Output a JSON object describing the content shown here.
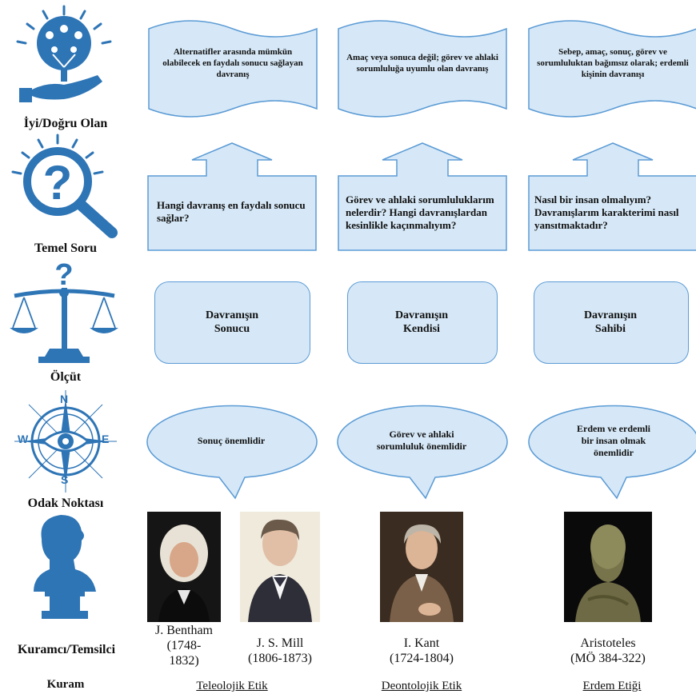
{
  "rows": {
    "good": "İyi/Doğru Olan",
    "question": "Temel Soru",
    "criterion": "Ölçüt",
    "focus": "Odak Noktası",
    "theorist": "Kuramcı/Temsilci",
    "theory": "Kuram"
  },
  "compass": {
    "n": "N",
    "s": "S",
    "e": "E",
    "w": "W"
  },
  "columns": [
    {
      "good": "Alternatifler arasında mümkün olabilecek en faydalı sonucu sağlayan davranış",
      "question": "Hangi davranış en faydalı sonucu sağlar?",
      "criterion": "Davranışın Sonucu",
      "focus": "Sonuç önemlidir",
      "theory": "Teleolojik Etik"
    },
    {
      "good": "Amaç veya sonuca değil; görev ve ahlaki sorumluluğa uyumlu olan davranış",
      "question": "Görev ve ahlaki sorumluluklarım nelerdir? Hangi davranışlardan kesinlikle kaçınmalıyım?",
      "criterion": "Davranışın Kendisi",
      "focus": "Görev ve ahlaki sorumluluk önemlidir",
      "theory": "Deontolojik Etik"
    },
    {
      "good": "Sebep, amaç, sonuç, görev ve sorumluluktan bağımsız olarak; erdemli kişinin davranışı",
      "question": "Nasıl bir insan olmalıyım? Davranışlarım karakterimi nasıl yansıtmaktadır?",
      "criterion": "Davranışın Sahibi",
      "focus": "Erdem ve erdemli bir insan olmak önemlidir",
      "theory": "Erdem Etiği"
    }
  ],
  "people": [
    {
      "name": "J. Bentham",
      "dates": "(1748-1832)"
    },
    {
      "name": "J. S. Mill",
      "dates": "(1806-1873)"
    },
    {
      "name": "I. Kant",
      "dates": "(1724-1804)"
    },
    {
      "name": "Aristoteles",
      "dates": "(MÖ 384-322)"
    }
  ],
  "colors": {
    "fill": "#d6e8f7",
    "stroke": "#5b9bd5",
    "icon": "#2e75b6"
  }
}
